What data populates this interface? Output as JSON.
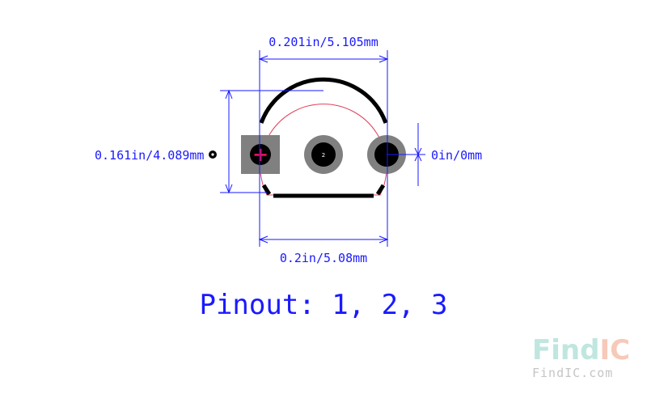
{
  "dimensions": {
    "top_width": "0.201in/5.105mm",
    "height": "0.161in/4.089mm",
    "offset": "0in/0mm",
    "pitch": "0.2in/5.08mm"
  },
  "pins": [
    {
      "number": "1",
      "shape": "square"
    },
    {
      "number": "2",
      "shape": "round"
    },
    {
      "number": "3",
      "shape": "round"
    }
  ],
  "polarity_mark": "+",
  "pinout_label": "Pinout: 1, 2, 3",
  "logo": {
    "brand_part1": "Find",
    "brand_part2": "IC",
    "url": "FindIC.com"
  },
  "colors": {
    "dimension": "#1a1aff",
    "pad": "#808080",
    "drill": "#000000",
    "silkscreen": "#000000",
    "courtyard": "#e0405a",
    "polarity": "#e0105a",
    "logo_part1": "#bfe6df",
    "logo_part2": "#f7c9b8",
    "logo_url": "#c5c5c5"
  }
}
